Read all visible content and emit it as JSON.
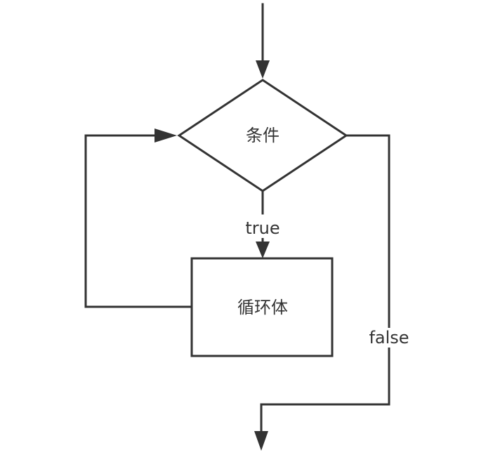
{
  "nodes": {
    "condition": "条件",
    "body": "循环体"
  },
  "edges": {
    "true_label": "true",
    "false_label": "false"
  },
  "colors": {
    "stroke": "#333333",
    "background": "#ffffff"
  }
}
